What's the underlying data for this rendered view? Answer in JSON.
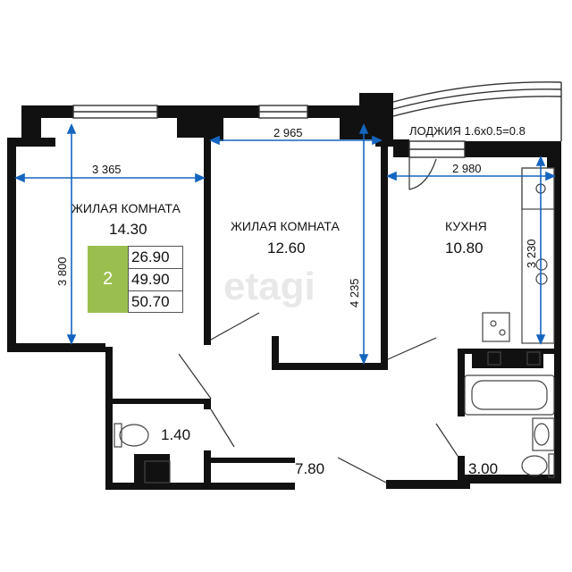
{
  "rooms": [
    {
      "name": "ЖИЛАЯ КОМНАТА",
      "area": "14.30"
    },
    {
      "name": "ЖИЛАЯ КОМНАТА",
      "area": "12.60"
    },
    {
      "name": "КУХНЯ",
      "area": "10.80"
    }
  ],
  "small_areas": {
    "bathroom": "1.40",
    "hall": "7.80",
    "bath": "3.00"
  },
  "loggia": "ЛОДЖИЯ 1.6x0.5=0.8",
  "dimensions": {
    "room1_width": "3 365",
    "room1_height": "3 800",
    "room2_width": "2 965",
    "room2_height": "4 235",
    "kitchen_width": "2 980",
    "kitchen_height": "3 230"
  },
  "summary": {
    "rooms_count": "2",
    "living_area": "26.90",
    "total_area": "49.90",
    "total_with_loggia": "50.70"
  },
  "watermark": "etagi",
  "colors": {
    "wall": "#111111",
    "dimension_line": "#1565c0",
    "badge": "#9bbf4e"
  }
}
